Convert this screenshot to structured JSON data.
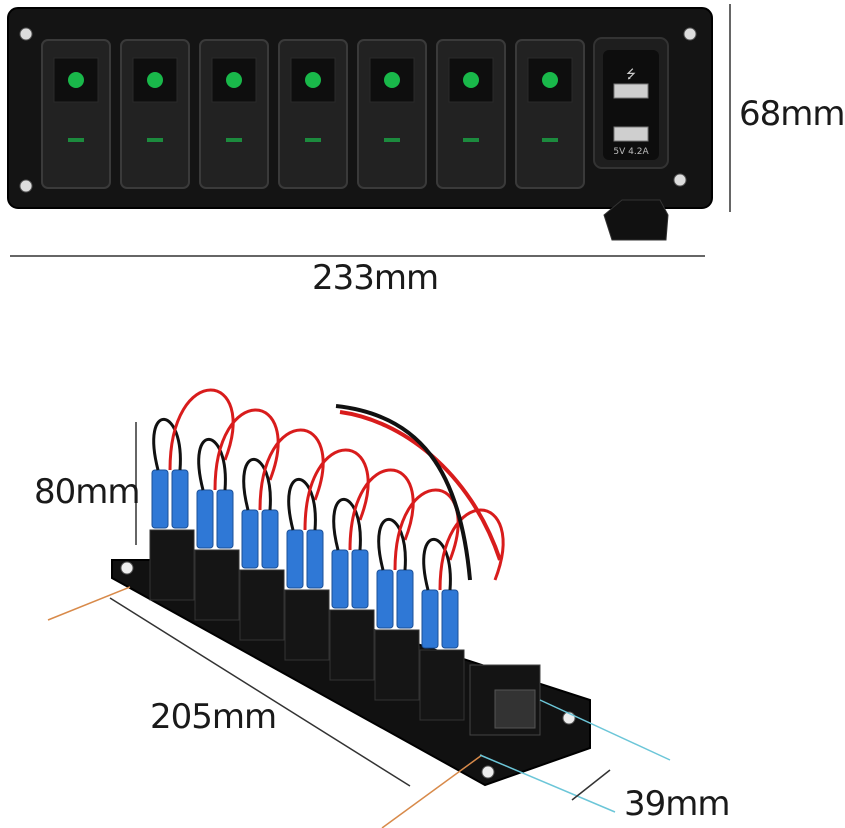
{
  "dimensions": {
    "panel_height": "68mm",
    "panel_width": "233mm",
    "wire_height": "80mm",
    "base_length": "205mm",
    "base_depth": "39mm"
  },
  "usb_port": {
    "rating": "5V 4.2A",
    "symbol": "usb-icon"
  },
  "switches": {
    "count": 7,
    "led_color": "#19b84a"
  },
  "colors": {
    "panel": "#141414",
    "wire_red": "#d81c1c",
    "wire_black": "#111111",
    "connector_blue": "#2f78d6",
    "dim_line_orange": "#d88a4a",
    "dim_line_cyan": "#6cc6d8"
  }
}
